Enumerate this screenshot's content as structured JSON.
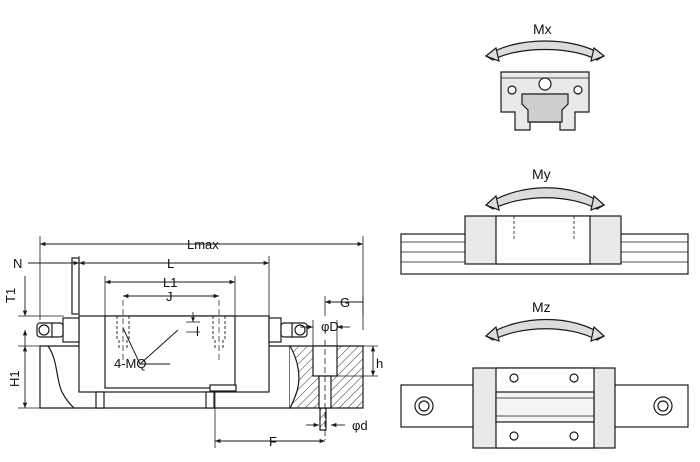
{
  "dimensions": {
    "lmax": "Lmax",
    "l": "L",
    "l1": "L1",
    "j": "J",
    "n": "N",
    "t1": "T1",
    "h1": "H1",
    "g": "G",
    "phi_d_upper": "φD",
    "h": "h",
    "f": "F",
    "phi_d_lower": "φd",
    "mq": "4-MQ",
    "k": "l"
  },
  "moments": {
    "mx": "Mx",
    "my": "My",
    "mz": "Mz"
  },
  "colors": {
    "line": "#1a1a1a",
    "body_fill": "#e9e9e9",
    "dark_fill": "#c9c9c9",
    "rail_fill": "#d8d8d8",
    "arrow_fill": "#dcdcdc"
  }
}
